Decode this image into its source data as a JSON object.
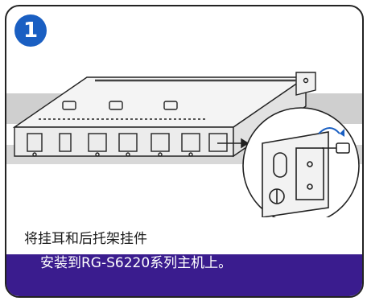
{
  "step": {
    "number": "1"
  },
  "caption": {
    "line1": "将挂耳和后托架挂件",
    "line2": "安装到RG-S6220系列主机上。"
  },
  "colors": {
    "badge": "#1a5fc2",
    "band": "#3a1c8e",
    "grey_band": "#cfcfcf",
    "stroke": "#222222"
  },
  "icons": {
    "step_badge": "numbered-circle",
    "rotate_arrow": "curved-arrow"
  }
}
